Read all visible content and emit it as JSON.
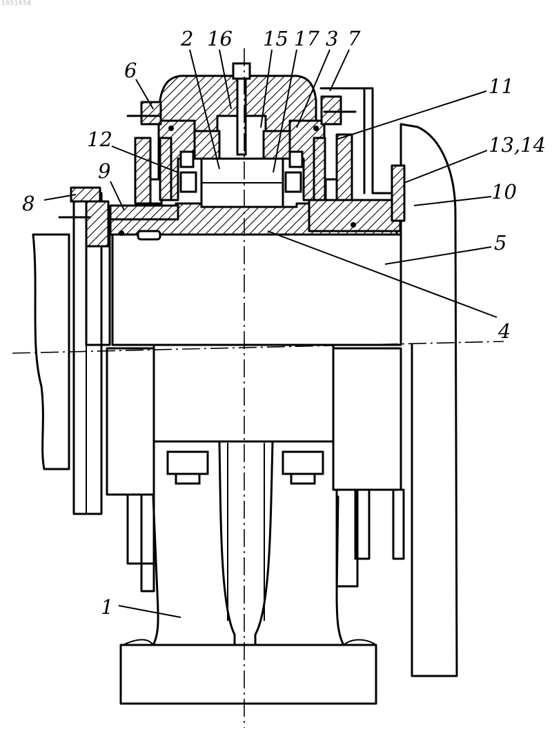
{
  "stamp": "1651658",
  "callouts": [
    {
      "id": "c1",
      "text": "1"
    },
    {
      "id": "c2",
      "text": "2"
    },
    {
      "id": "c3",
      "text": "3"
    },
    {
      "id": "c4",
      "text": "4"
    },
    {
      "id": "c5",
      "text": "5"
    },
    {
      "id": "c6",
      "text": "6"
    },
    {
      "id": "c7",
      "text": "7"
    },
    {
      "id": "c8",
      "text": "8"
    },
    {
      "id": "c9",
      "text": "9"
    },
    {
      "id": "c10",
      "text": "10"
    },
    {
      "id": "c11",
      "text": "11"
    },
    {
      "id": "c12",
      "text": "12"
    },
    {
      "id": "c13",
      "text": "13,14"
    },
    {
      "id": "c15",
      "text": "15"
    },
    {
      "id": "c16",
      "text": "16"
    },
    {
      "id": "c17",
      "text": "17"
    }
  ]
}
